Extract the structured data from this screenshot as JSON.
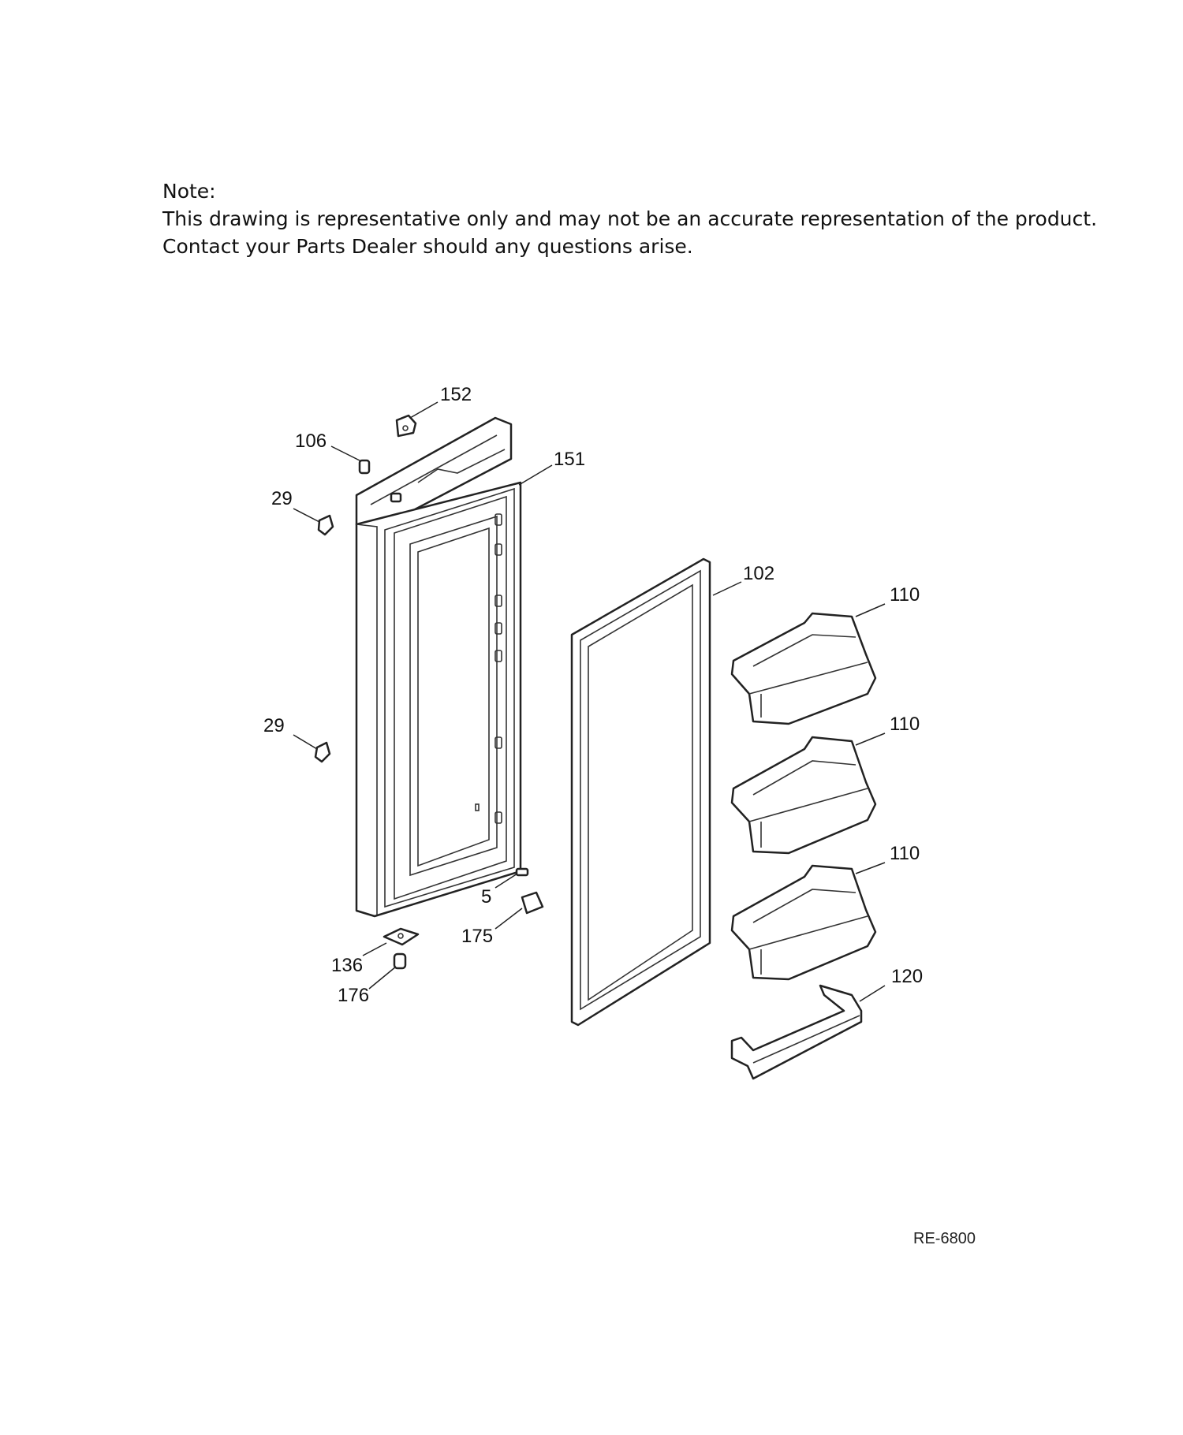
{
  "note": {
    "heading": "Note:",
    "line1": "This drawing is representative only and may not be an accurate representation of the product.",
    "line2": "Contact your Parts Dealer should any questions arise."
  },
  "callouts": {
    "c152": "152",
    "c106": "106",
    "c151": "151",
    "c29a": "29",
    "c29b": "29",
    "c102": "102",
    "c110a": "110",
    "c110b": "110",
    "c110c": "110",
    "c5": "5",
    "c175": "175",
    "c136": "136",
    "c176": "176",
    "c120": "120"
  },
  "drawing_ref": "RE-6800"
}
